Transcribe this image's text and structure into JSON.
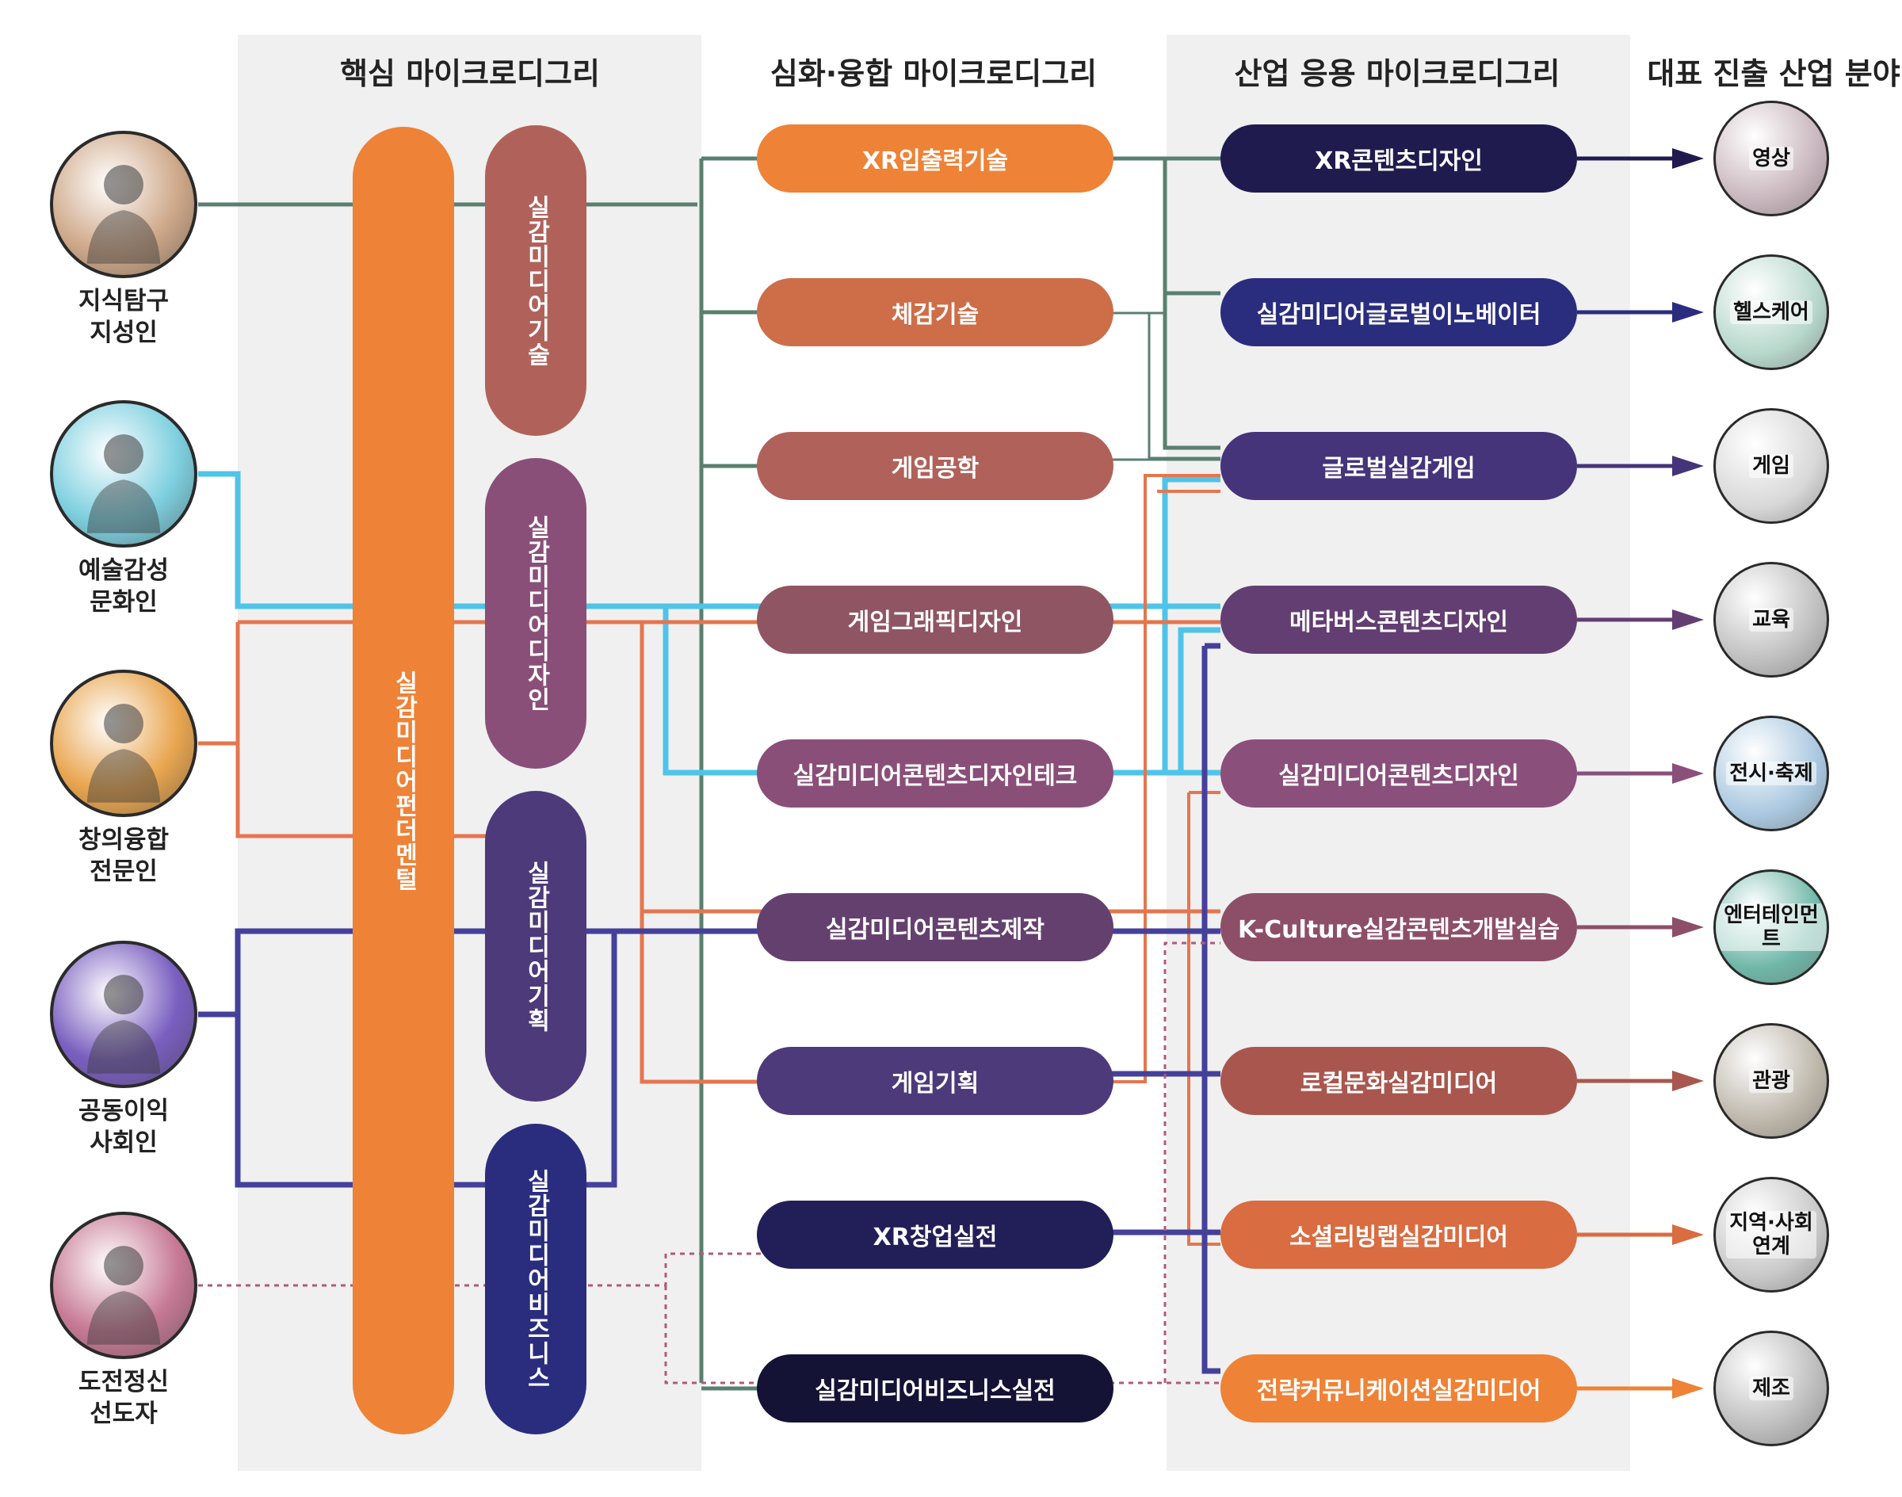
{
  "columns": {
    "core": "핵심 마이크로디그리",
    "advanced": "심화·융합 마이크로디그리",
    "industry": "산업 응용 마이크로디그리",
    "fields": "대표 진출 산업 분야"
  },
  "personas": [
    {
      "label": "지식탐구\n지성인",
      "icon": "lecturer-illustration-icon",
      "bg": "#cfa98a"
    },
    {
      "label": "예술감성\n문화인",
      "icon": "violinist-illustration-icon",
      "bg": "#7fd0e0"
    },
    {
      "label": "창의융합\n전문인",
      "icon": "vr-creator-illustration-icon",
      "bg": "#e9a650"
    },
    {
      "label": "공동이익\n사회인",
      "icon": "virtual-space-illustration-icon",
      "bg": "#7a5fc0"
    },
    {
      "label": "도전정신\n선도자",
      "icon": "vr-player-illustration-icon",
      "bg": "#c77a95"
    }
  ],
  "core": {
    "mentor": "실감미디어펀더멘털",
    "tracks": [
      "실감미디어기술",
      "실감미디어디자인",
      "실감미디어기획",
      "실감미디어비즈니스"
    ]
  },
  "advanced": [
    "XR입출력기술",
    "체감기술",
    "게임공학",
    "게임그래픽디자인",
    "실감미디어콘텐츠디자인테크",
    "실감미디어콘텐츠제작",
    "게임기획",
    "XR창업실전",
    "실감미디어비즈니스실전"
  ],
  "industry": [
    "XR콘텐츠디자인",
    "실감미디어글로벌이노베이터",
    "글로벌실감게임",
    "메타버스콘텐츠디자인",
    "실감미디어콘텐츠디자인",
    "K-Culture실감콘텐츠개발실습",
    "로컬문화실감미디어",
    "소셜리빙랩실감미디어",
    "전략커뮤니케이션실감미디어"
  ],
  "fields": [
    {
      "label": "영상",
      "icon": "projector-photo-icon",
      "bg": "#c9b7be"
    },
    {
      "label": "헬스케어",
      "icon": "medical-photo-icon",
      "bg": "#b7d8cc"
    },
    {
      "label": "게임",
      "icon": "vr-headset-photo-icon",
      "bg": "#d8d8d8"
    },
    {
      "label": "교육",
      "icon": "classroom-photo-icon",
      "bg": "#bfbfbf"
    },
    {
      "label": "전시·축제",
      "icon": "balloon-festival-photo-icon",
      "bg": "#a9c8e0"
    },
    {
      "label": "엔터테인먼트",
      "icon": "stage-lights-photo-icon",
      "bg": "#6fb7a8"
    },
    {
      "label": "관광",
      "icon": "traditional-dress-photo-icon",
      "bg": "#bdb6aa"
    },
    {
      "label": "지역·사회\n연계",
      "icon": "community-photo-icon",
      "bg": "#c9c9c9"
    },
    {
      "label": "제조",
      "icon": "factory-photo-icon",
      "bg": "#bcbcbc"
    }
  ],
  "colors": {
    "green": "#5a7f70",
    "cyan": "#4fc4e8",
    "orange": "#e4764e",
    "purple": "#45409a",
    "dotted": "#b05a7a",
    "mentor": "#ee8236",
    "band": "#f0f0f0",
    "adv": [
      "#ee8236",
      "#cd6e48",
      "#b0625a",
      "#8f5563",
      "#8a4f78",
      "#64406f",
      "#4d3a7a",
      "#221f58",
      "#141235"
    ],
    "ind": [
      "#1f1b4e",
      "#2a2d7e",
      "#45347a",
      "#633e72",
      "#8b4f7b",
      "#8d4f68",
      "#a9574e",
      "#d96c40",
      "#ee8236"
    ],
    "tracks": [
      "#b0625a",
      "#8a4f78",
      "#4d3a7a",
      "#2a2d7e"
    ]
  }
}
